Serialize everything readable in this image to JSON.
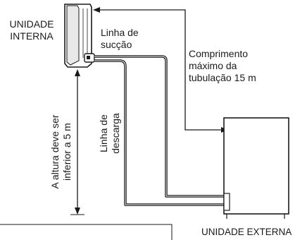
{
  "labels": {
    "indoor_unit": [
      "UNIDADE",
      "INTERNA"
    ],
    "suction_line": [
      "Linha de",
      "sucção"
    ],
    "max_length": [
      "Comprimento",
      "máximo da",
      "tubulação 15 m"
    ],
    "discharge_line": [
      "Linha de",
      "descarga"
    ],
    "height_limit": [
      "A altura deve ser",
      "inferior a 5 m"
    ],
    "outdoor_unit": "UNIDADE EXTERNA"
  },
  "colors": {
    "line": "#1a1a1a",
    "pipe": "#1a1a1a",
    "unit_fill": "#ffffff"
  }
}
